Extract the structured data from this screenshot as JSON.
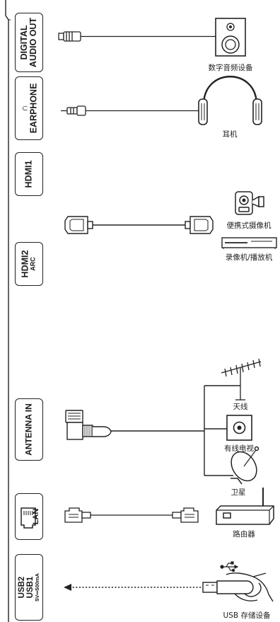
{
  "ports": {
    "digital_audio_out": [
      "DIGITAL",
      "AUDIO OUT"
    ],
    "earphone": "EARPHONE",
    "hdmi1": "HDMI1",
    "hdmi2": "HDMI2",
    "hdmi2_sub": "ARC",
    "antenna_in": "ANTENNA IN",
    "lan": "LAN",
    "usb2": "USB2",
    "usb1": "USB1",
    "usb_power": "5V⎓500mA"
  },
  "devices": {
    "digital_audio": "数字音频设备",
    "earphone": "耳机",
    "camcorder": "便携式摄像机",
    "recorder": "录像机/播放机",
    "antenna": "天线",
    "cable_tv": "有线电视",
    "satellite": "卫星",
    "router": "路由器",
    "usb_storage": "USB 存储设备"
  },
  "icons": [
    "speaker-icon",
    "headphones-icon",
    "camcorder-icon",
    "player-icon",
    "antenna-icon",
    "wall-socket-icon",
    "satellite-dish-icon",
    "router-icon",
    "usb-symbol-icon",
    "hand-usb-icon"
  ]
}
